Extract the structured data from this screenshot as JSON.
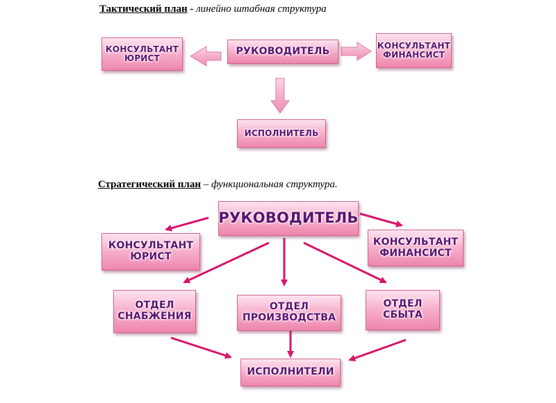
{
  "tactical": {
    "title_bold": "Тактический план",
    "sep": " - ",
    "title_italic": "линейно штабная структура",
    "nodes": {
      "manager": "РУКОВОДИТЕЛЬ",
      "lawyer": "КОНСУЛЬТАНТ\nЮРИСТ",
      "financier": "КОНСУЛЬТАНТ\nФИНАНСИСТ",
      "executor": "ИСПОЛНИТЕЛЬ"
    }
  },
  "strategic": {
    "title_bold": "Стратегический план",
    "sep": " – ",
    "title_italic": "функциональная структура.",
    "nodes": {
      "manager": "РУКОВОДИТЕЛЬ",
      "lawyer": "КОНСУЛЬТАНТ\nЮРИСТ",
      "financier": "КОНСУЛЬТАНТ\nФИНАНСИСТ",
      "supply": "ОТДЕЛ\nСНАБЖЕНИЯ",
      "production": "ОТДЕЛ\nПРОИЗВОДСТВА",
      "sales": "ОТДЕЛ\nСБЫТА",
      "executors": "ИСПОЛНИТЕЛИ"
    }
  },
  "colors": {
    "box_text": "#5a1470",
    "arrow_block": "#f39bbf",
    "arrow_line": "#d6156b"
  }
}
